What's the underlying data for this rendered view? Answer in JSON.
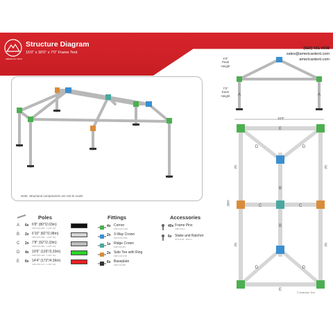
{
  "header": {
    "logo_text": "AMERICAN TENT",
    "title": "Structure Diagram",
    "subtitle": "15'0\" x 30'0\" x 7'0\" Frame Tent",
    "phone": "(920) 431-0938",
    "email": "sales@americantent.com",
    "website": "americantent.com"
  },
  "iso_view": {
    "note": "Note: Structural components are not to scale."
  },
  "front_view": {
    "peak_height": "4'0\"",
    "peak_label": "Peak Height",
    "eave_height": "7'0\"",
    "eave_label": "Eave Height",
    "width": "15'0\"",
    "letters": {
      "left": "A",
      "right": "A"
    }
  },
  "plan_view": {
    "length": "30'0\"",
    "letters": {
      "e_top": "E",
      "e_bottom": "E",
      "e_left_top": "E",
      "e_left_bottom": "E",
      "e_right_top": "E",
      "e_right_bottom": "E",
      "d_top_left": "D",
      "d_top_right": "D",
      "d_bottom_left": "D",
      "d_bottom_right": "D",
      "b_top": "B",
      "b_bottom": "B",
      "c_left": "C",
      "c_right": "C"
    },
    "copyright": "© American Tent"
  },
  "poles": {
    "title": "Poles",
    "items": [
      {
        "letter": "A",
        "qty": "6x",
        "spec": "6'8\" (80\"/2.03m)",
        "part": "FRP-P15-080 · 1-3/8\" SQ",
        "color": "#111111"
      },
      {
        "letter": "B",
        "qty": "2x",
        "spec": "6'10\" (82\"/2.08m)",
        "part": "FRP-P15-082 · 1-3/8\" SQ",
        "color": "#d4d4d4"
      },
      {
        "letter": "C",
        "qty": "2x",
        "spec": "7'8\" (92\"/2.33m)",
        "part": "FRP-P15-092 · 1-3/8\" SQ",
        "color": "#bdbdbd"
      },
      {
        "letter": "D",
        "qty": "4x",
        "spec": "10'6\" (126\"/3.20m)",
        "part": "FRP-P15-126 · 1-3/8\" SQ",
        "color": "#2bd22b"
      },
      {
        "letter": "E",
        "qty": "6x",
        "spec": "14'4\" (172\"/4.36m)",
        "part": "FRP-P15-172 · 1-3/8\" SQ",
        "color": "#e52121"
      }
    ]
  },
  "fittings": {
    "title": "Fittings",
    "items": [
      {
        "qty": "4x",
        "name": "Corner",
        "part": "FRP-F15-COR",
        "color": "#4caf50",
        "icon": "corner-fitting-icon"
      },
      {
        "qty": "2x",
        "name": "3-Way Crown",
        "part": "FRP-F15-3WC",
        "color": "#3a8fd0",
        "icon": "three-way-crown-icon"
      },
      {
        "qty": "1x",
        "name": "Ridge Crown",
        "part": "FRP-F15-RC",
        "color": "#4aa8a0",
        "icon": "ridge-crown-icon"
      },
      {
        "qty": "2x",
        "name": "Side Tee with Ring",
        "part": "FRP-F15-STR",
        "color": "#d98c3a",
        "icon": "side-tee-icon"
      },
      {
        "qty": "6x",
        "name": "Baseplate",
        "part": "FRP-F15-BP",
        "color": "#333333",
        "icon": "baseplate-icon"
      }
    ]
  },
  "accessories": {
    "title": "Accessories",
    "items": [
      {
        "qty": "40x",
        "name": "Frame Pins",
        "part": "FRP-PIN-1",
        "icon": "frame-pin-icon"
      },
      {
        "qty": "6x",
        "name": "Stake and Ratchet",
        "part": "STK-R-30 · RAT-2",
        "icon": "stake-ratchet-icon"
      }
    ]
  }
}
